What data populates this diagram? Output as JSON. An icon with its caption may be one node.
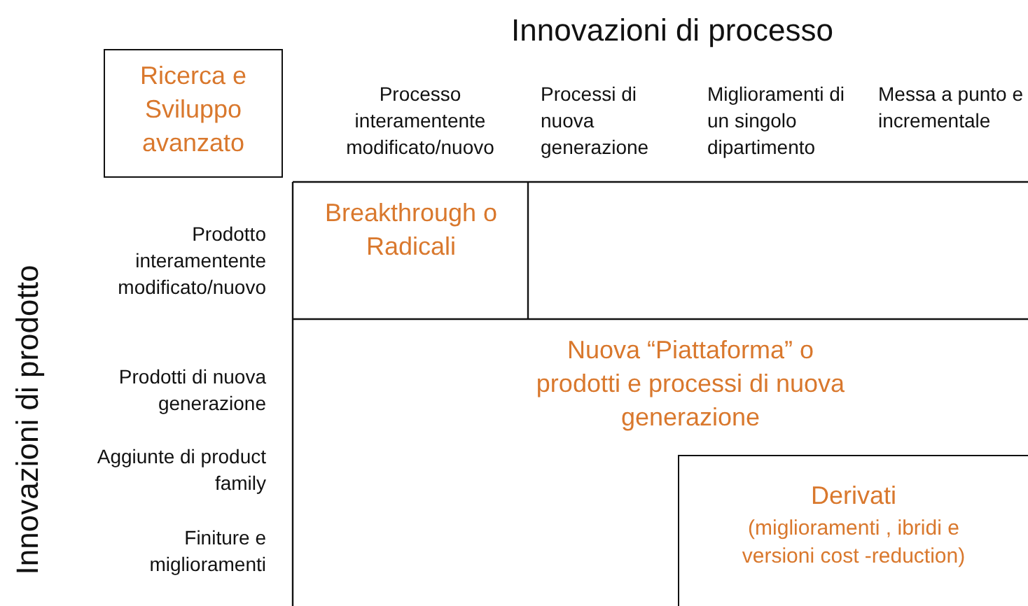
{
  "diagram": {
    "nodes": [
      {
        "text": [
          "Ricerca e Sviluppo avanzato"
        ]
      },
      {
        "text": [
          "Breakthrough o Radicali"
        ]
      },
      {
        "text": [
          "Nuova “Piattaforma” o prodotti e processi di nuova generazione"
        ]
      },
      {
        "text": [
          "Derivati",
          "(miglioramenti , ibridi e versioni cost -reduction)"
        ]
      }
    ],
    "labels": [
      "Innovazioni di processo",
      "Processo interamentente modificato/nuovo",
      "Processi di nuova generazione",
      "Miglioramenti di un singolo dipartimento",
      "Messa a punto e incrementale",
      "Innovazioni di prodotto",
      "Prodotto interamentente modificato/nuovo",
      "Prodotti di nuova generazione",
      "Aggiunte di product family",
      "Finiture e miglioramenti"
    ]
  }
}
